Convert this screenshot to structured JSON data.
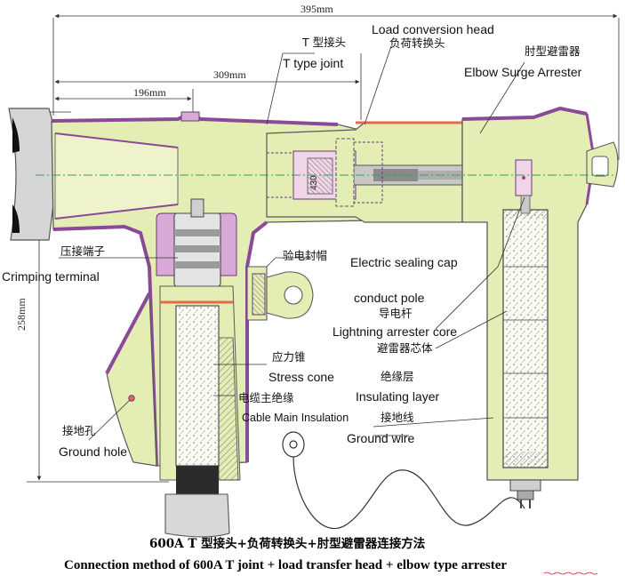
{
  "dimensions": {
    "overall": "395mm",
    "tee_to_head": "309mm",
    "tee_body": "196mm",
    "height": "258mm"
  },
  "labels": {
    "t_joint_cn": "T 型接头",
    "t_joint_en": "T type joint",
    "load_head_en": "Load conversion head",
    "load_head_cn": "负荷转换头",
    "elbow_cn": "肘型避雷器",
    "elbow_en": "Elbow Surge Arrester",
    "crimp_cn": "压接端子",
    "crimp_en": "Crimping  terminal",
    "seal_cn": "验电封帽",
    "seal_en": "Electric sealing cap",
    "pole_en": "conduct pole",
    "pole_cn": "导电杆",
    "core_en": "Lightning arrester core",
    "core_cn": "避雷器芯体",
    "stress_cn": "应力锥",
    "stress_en": "Stress cone",
    "cable_cn": "电缆主绝缘",
    "cable_en": "Cable Main Insulation",
    "insul_cn": "绝缘层",
    "insul_en": "Insulating layer",
    "gwire_cn": "接地线",
    "gwire_en": "Ground wire",
    "ghole_cn": "接地孔",
    "ghole_en": "Ground hole",
    "part_marking": "430"
  },
  "caption": {
    "cn": "600A T 型接头+负荷转换头+肘型避雷器连接方法",
    "en": "Connection method of 600A T joint + load transfer head + elbow type arrester"
  },
  "colors": {
    "body_fill": "#e4edb4",
    "outline": "#5a5a5a",
    "semicon": "#8a4a96",
    "conductor": "#b4b4b4",
    "copper": "#e36a4a",
    "cable_core": "#2b2b2b"
  }
}
